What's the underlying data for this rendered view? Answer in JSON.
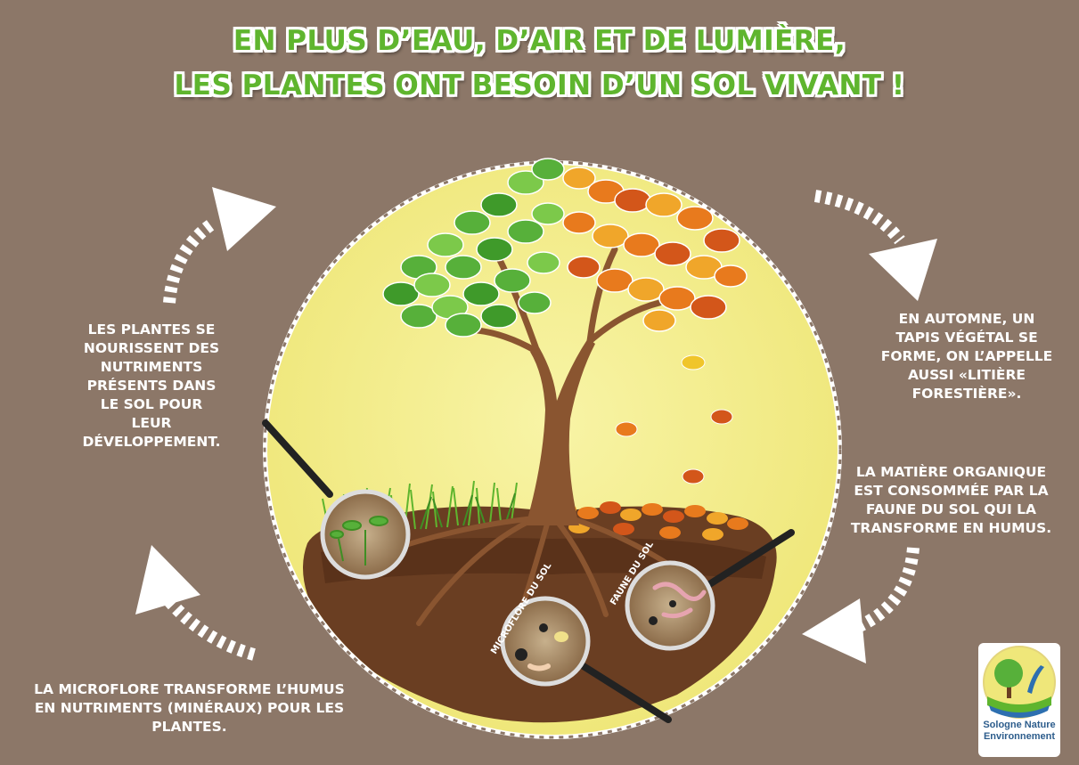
{
  "title": {
    "line1": "EN PLUS D’EAU, D’AIR ET DE LUMIÈRE,",
    "line2": "LES PLANTES ONT BESOIN D’UN SOL VIVANT !"
  },
  "captions": {
    "left_top": "LES PLANTES SE\nNOURISSENT DES\nNUTRIMENTS\nPRÉSENTS DANS\nLE SOL POUR\nLEUR\nDÉVELOPPEMENT.",
    "right_top": "EN AUTOMNE, UN\nTAPIS VÉGÉTAL SE\nFORME, ON L’APPELLE\nAUSSI «LITIÈRE\nFORESTIÈRE».",
    "right_mid": "LA MATIÈRE ORGANIQUE\nEST CONSOMMÉE PAR LA\nFAUNE DU SOL QUI LA\nTRANSFORME EN HUMUS.",
    "left_bottom": "LA MICROFLORE TRANSFORME L’HUMUS\nEN NUTRIMENTS (MINÉRAUX) POUR LES\nPLANTES."
  },
  "lens_labels": {
    "microflore": "MICROFLORE DU SOL",
    "faune": "FAUNE DU SOL"
  },
  "logo": {
    "line1": "Sologne Nature",
    "line2": "Environnement"
  },
  "colors": {
    "background": "#8c7768",
    "title_green": "#5fb52e",
    "circle_fill": "#f4ef8c",
    "soil": "#6a3e22",
    "leaf_green": "#57b03a",
    "leaf_orange": "#e87a1d"
  }
}
